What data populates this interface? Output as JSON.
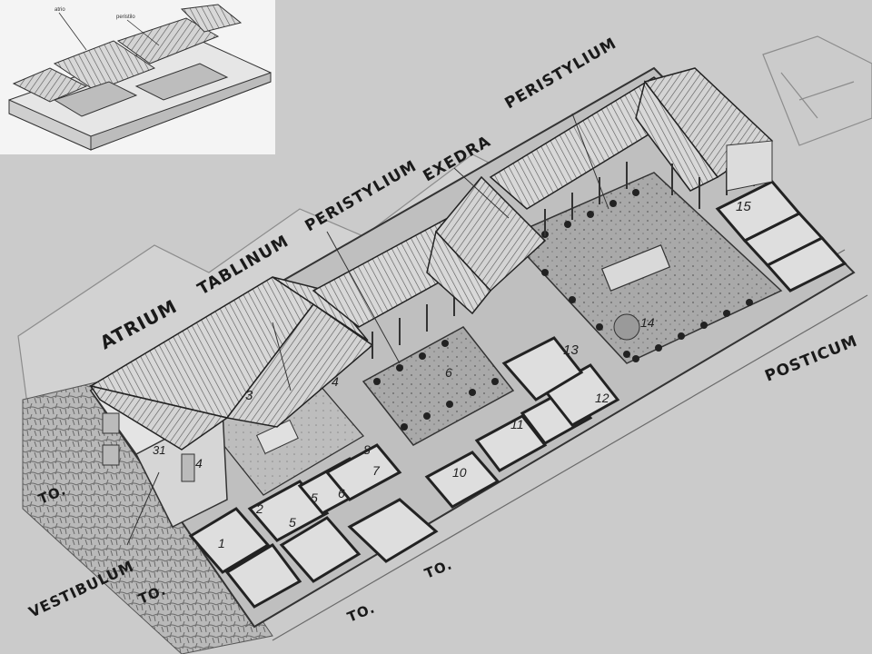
{
  "inset": {
    "labels": [
      "atrio",
      "peristilo"
    ]
  },
  "diagram": {
    "labels": {
      "atrium": "ATRIUM",
      "tablinum": "TABLINUM",
      "peristylium_1": "PERISTYLIUM",
      "exedra": "EXEDRA",
      "peristylium_2": "PERISTYLIUM",
      "posticum": "POSTICUM",
      "vestibulum": "VESTIBULUM",
      "to_1": "TO.",
      "to_2": "TO.",
      "to_3": "TO.",
      "to_4": "TO."
    },
    "room_numbers": [
      "1",
      "2",
      "3",
      "4",
      "4",
      "5",
      "5",
      "6",
      "6",
      "7",
      "8",
      "10",
      "11",
      "12",
      "13",
      "14",
      "15",
      "31"
    ]
  }
}
